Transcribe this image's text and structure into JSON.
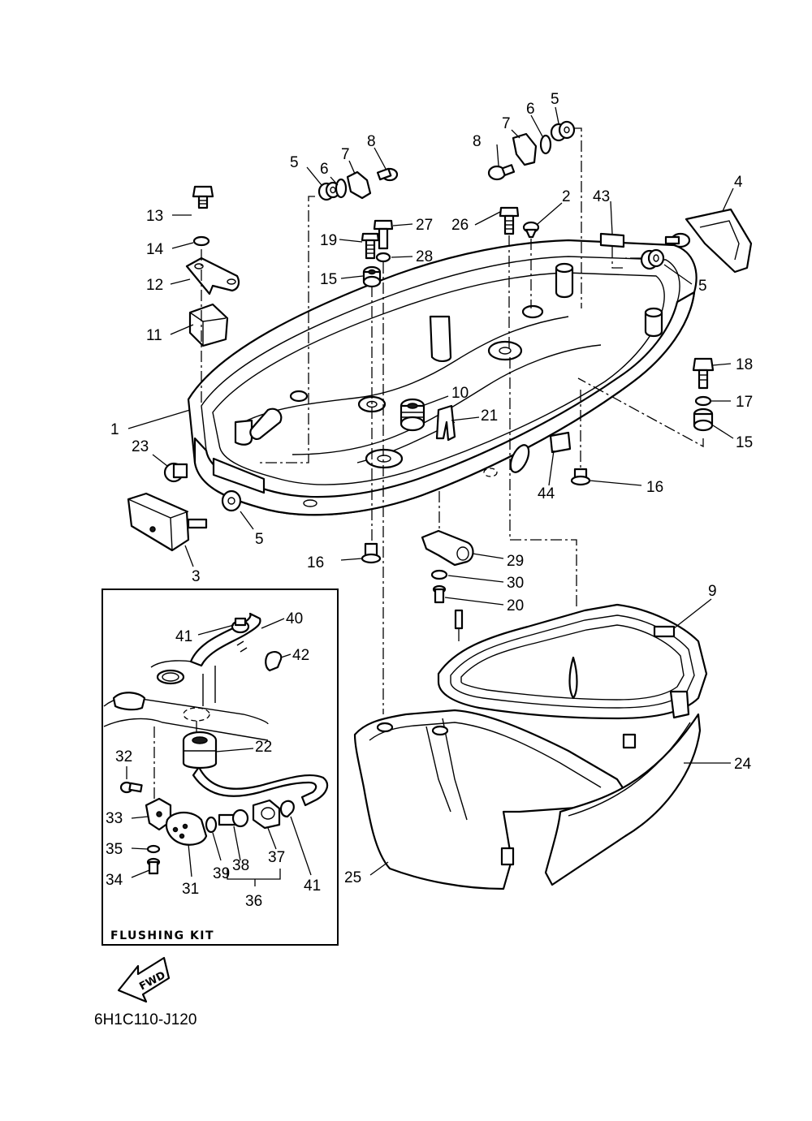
{
  "diagram_code": "6H1C110-J120",
  "inset_title": "FLUSHING KIT",
  "direction_label": "FWD",
  "callouts": {
    "c1": "1",
    "c2": "2",
    "c3": "3",
    "c4": "4",
    "c5a": "5",
    "c5b": "5",
    "c5c": "5",
    "c5d": "5",
    "c6a": "6",
    "c6b": "6",
    "c7a": "7",
    "c7b": "7",
    "c8a": "8",
    "c8b": "8",
    "c9": "9",
    "c10": "10",
    "c11": "11",
    "c12": "12",
    "c13": "13",
    "c14": "14",
    "c15a": "15",
    "c15b": "15",
    "c16a": "16",
    "c16b": "16",
    "c17": "17",
    "c18": "18",
    "c19": "19",
    "c20": "20",
    "c21": "21",
    "c22": "22",
    "c23": "23",
    "c24": "24",
    "c25": "25",
    "c26": "26",
    "c27": "27",
    "c28": "28",
    "c29": "29",
    "c30": "30",
    "c31": "31",
    "c32": "32",
    "c33": "33",
    "c34": "34",
    "c35": "35",
    "c36": "36",
    "c37": "37",
    "c38": "38",
    "c39": "39",
    "c40": "40",
    "c41a": "41",
    "c41b": "41",
    "c42": "42",
    "c43": "43",
    "c44": "44"
  }
}
